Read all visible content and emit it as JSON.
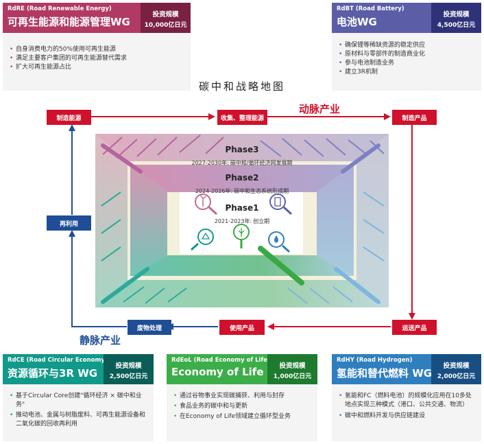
{
  "map_title": "碳中和战略地图",
  "working_groups": {
    "rdre": {
      "code": "RdRE (Road Renewable Energy)",
      "title": "可再生能源和能源管理WG",
      "investment_label": "投资规模",
      "investment_amount": "10,000亿日元",
      "bullets": [
        "自身消费电力的50%使用可再生能源",
        "满足主要客户集团的可再生能源替代需求",
        "扩大可再生能源占比"
      ]
    },
    "rdbt": {
      "code": "RdBT (Road Battery)",
      "title": "电池WG",
      "investment_label": "投资规模",
      "investment_amount": "4,500亿日元",
      "bullets": [
        "确保锂等稀缺资源的稳定供应",
        "原材料与零部件的制造商业化",
        "参与电池制造业务",
        "建立3R机制"
      ]
    },
    "rdce": {
      "code": "RdCE (Road Circular Economy)",
      "title": "资源循环与3R WG",
      "investment_label": "投资规模",
      "investment_amount": "2,500亿日元",
      "bullets": [
        "基于Circular Core创建\"循环经济 × 碳中和业务\"",
        "推动电池、金属与树脂废料、可再生能源设备和二氧化碳的回收再利用"
      ]
    },
    "rdeol": {
      "code": "RdEoL (Road Economy of Life)",
      "title": "Economy of Life WG",
      "investment_label": "投资规模",
      "investment_amount": "1,000亿日元",
      "bullets": [
        "通过谷物事业实现碳捕获、利用与封存",
        "食品业务的碳中和与更新",
        "在Economy of Life领域建立循环型业务"
      ]
    },
    "rdhy": {
      "code": "RdHY (Road Hydrogen)",
      "title": "氢能和替代燃料 WG",
      "investment_label": "投资规模",
      "investment_amount": "2,000亿日元",
      "bullets": [
        "氢能和FC（燃料电池）的规模化应用在10多处地点实现三种模式（港口、公共交通、物流）",
        "碳中和燃料开发与供应链建设"
      ]
    }
  },
  "flow": {
    "make_energy": "制造能源",
    "collect_organize": "收集、整理能源",
    "make_products": "制造产品",
    "transport_products": "运送产品",
    "use_products": "使用产品",
    "waste_treatment": "废物处理",
    "reuse": "再利用",
    "arterial_label": "动脉产业",
    "venous_label": "静脉产业"
  },
  "phases": [
    {
      "name": "Phase3",
      "years": "2027-2030年:",
      "desc": "碳中和/循环经济网发展期"
    },
    {
      "name": "Phase2",
      "years": "2024-2026年:",
      "desc": "碳中和生态系统形成期"
    },
    {
      "name": "Phase1",
      "years": "2021-2023年:",
      "desc": "创立期"
    }
  ],
  "colors": {
    "arterial_red": "#d0112b",
    "venous_blue": "#1f4e96",
    "phase3_magenta": "#b4649f",
    "phase3_violet": "#7e80c4",
    "phase2_teal": "#2ea99a",
    "phase1_green": "#3aa845",
    "background_cream": "#f3f0dc"
  },
  "icons": [
    "wind-turbine-icon",
    "battery-icon",
    "recycle-icon",
    "food-icon",
    "hydrogen-icon"
  ]
}
